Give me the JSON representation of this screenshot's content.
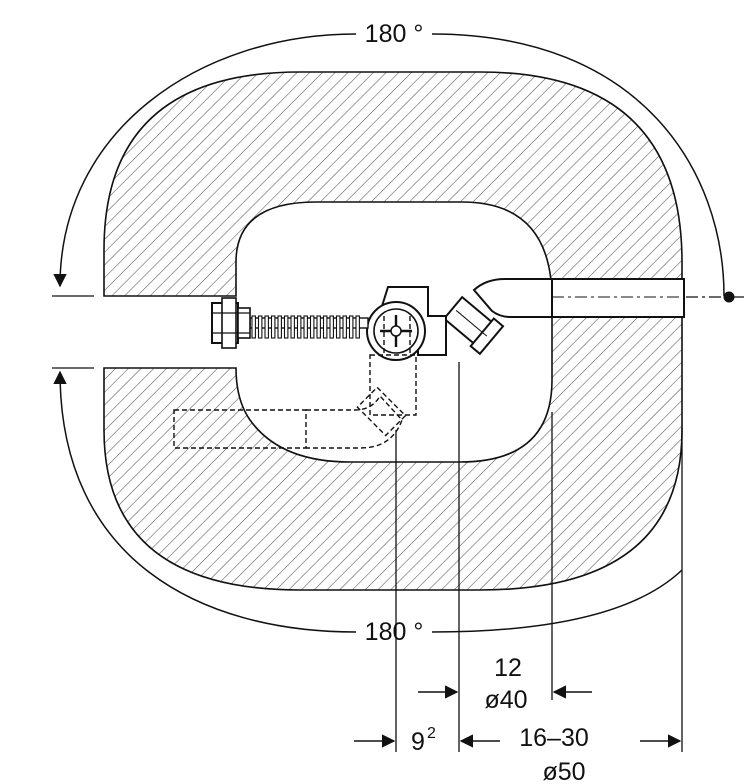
{
  "labels": {
    "angle_top": "180 °",
    "angle_bottom": "180 °",
    "dim_12": "12",
    "dim_d40": "ø40",
    "dim_9": "9",
    "dim_9_sup": "2",
    "dim_16_30": "16–30",
    "dim_d50": "ø50"
  },
  "colors": {
    "line": "#111111",
    "hatch": "#555555",
    "background": "#ffffff"
  }
}
